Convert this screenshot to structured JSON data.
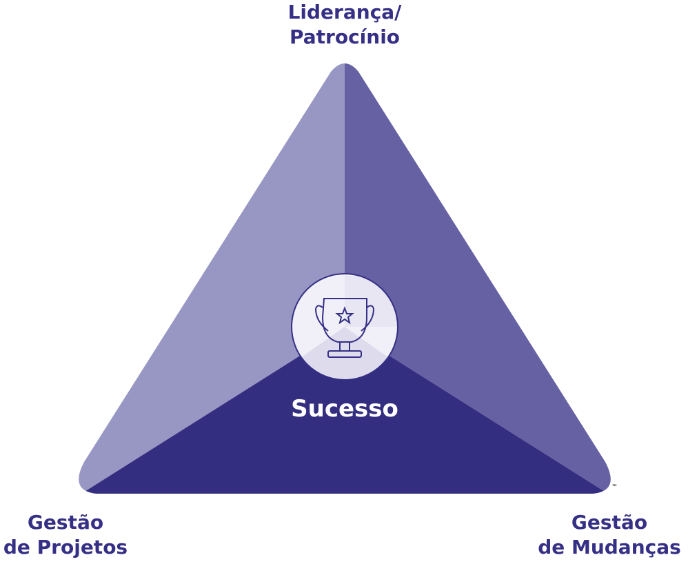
{
  "diagram": {
    "vertices": {
      "top": {
        "line1": "Liderança/",
        "line2": "Patrocínio"
      },
      "bottom_left": {
        "line1": "Gestão",
        "line2": "de Projetos"
      },
      "bottom_right": {
        "line1": "Gestão",
        "line2": "de Mudanças"
      }
    },
    "center_label": "Sucesso",
    "center_icon": "trophy-icon",
    "trademark": "™",
    "colors": {
      "left": "#9897c4",
      "right": "#6661a3",
      "bottom": "#342e80",
      "text": "#352f85"
    }
  }
}
